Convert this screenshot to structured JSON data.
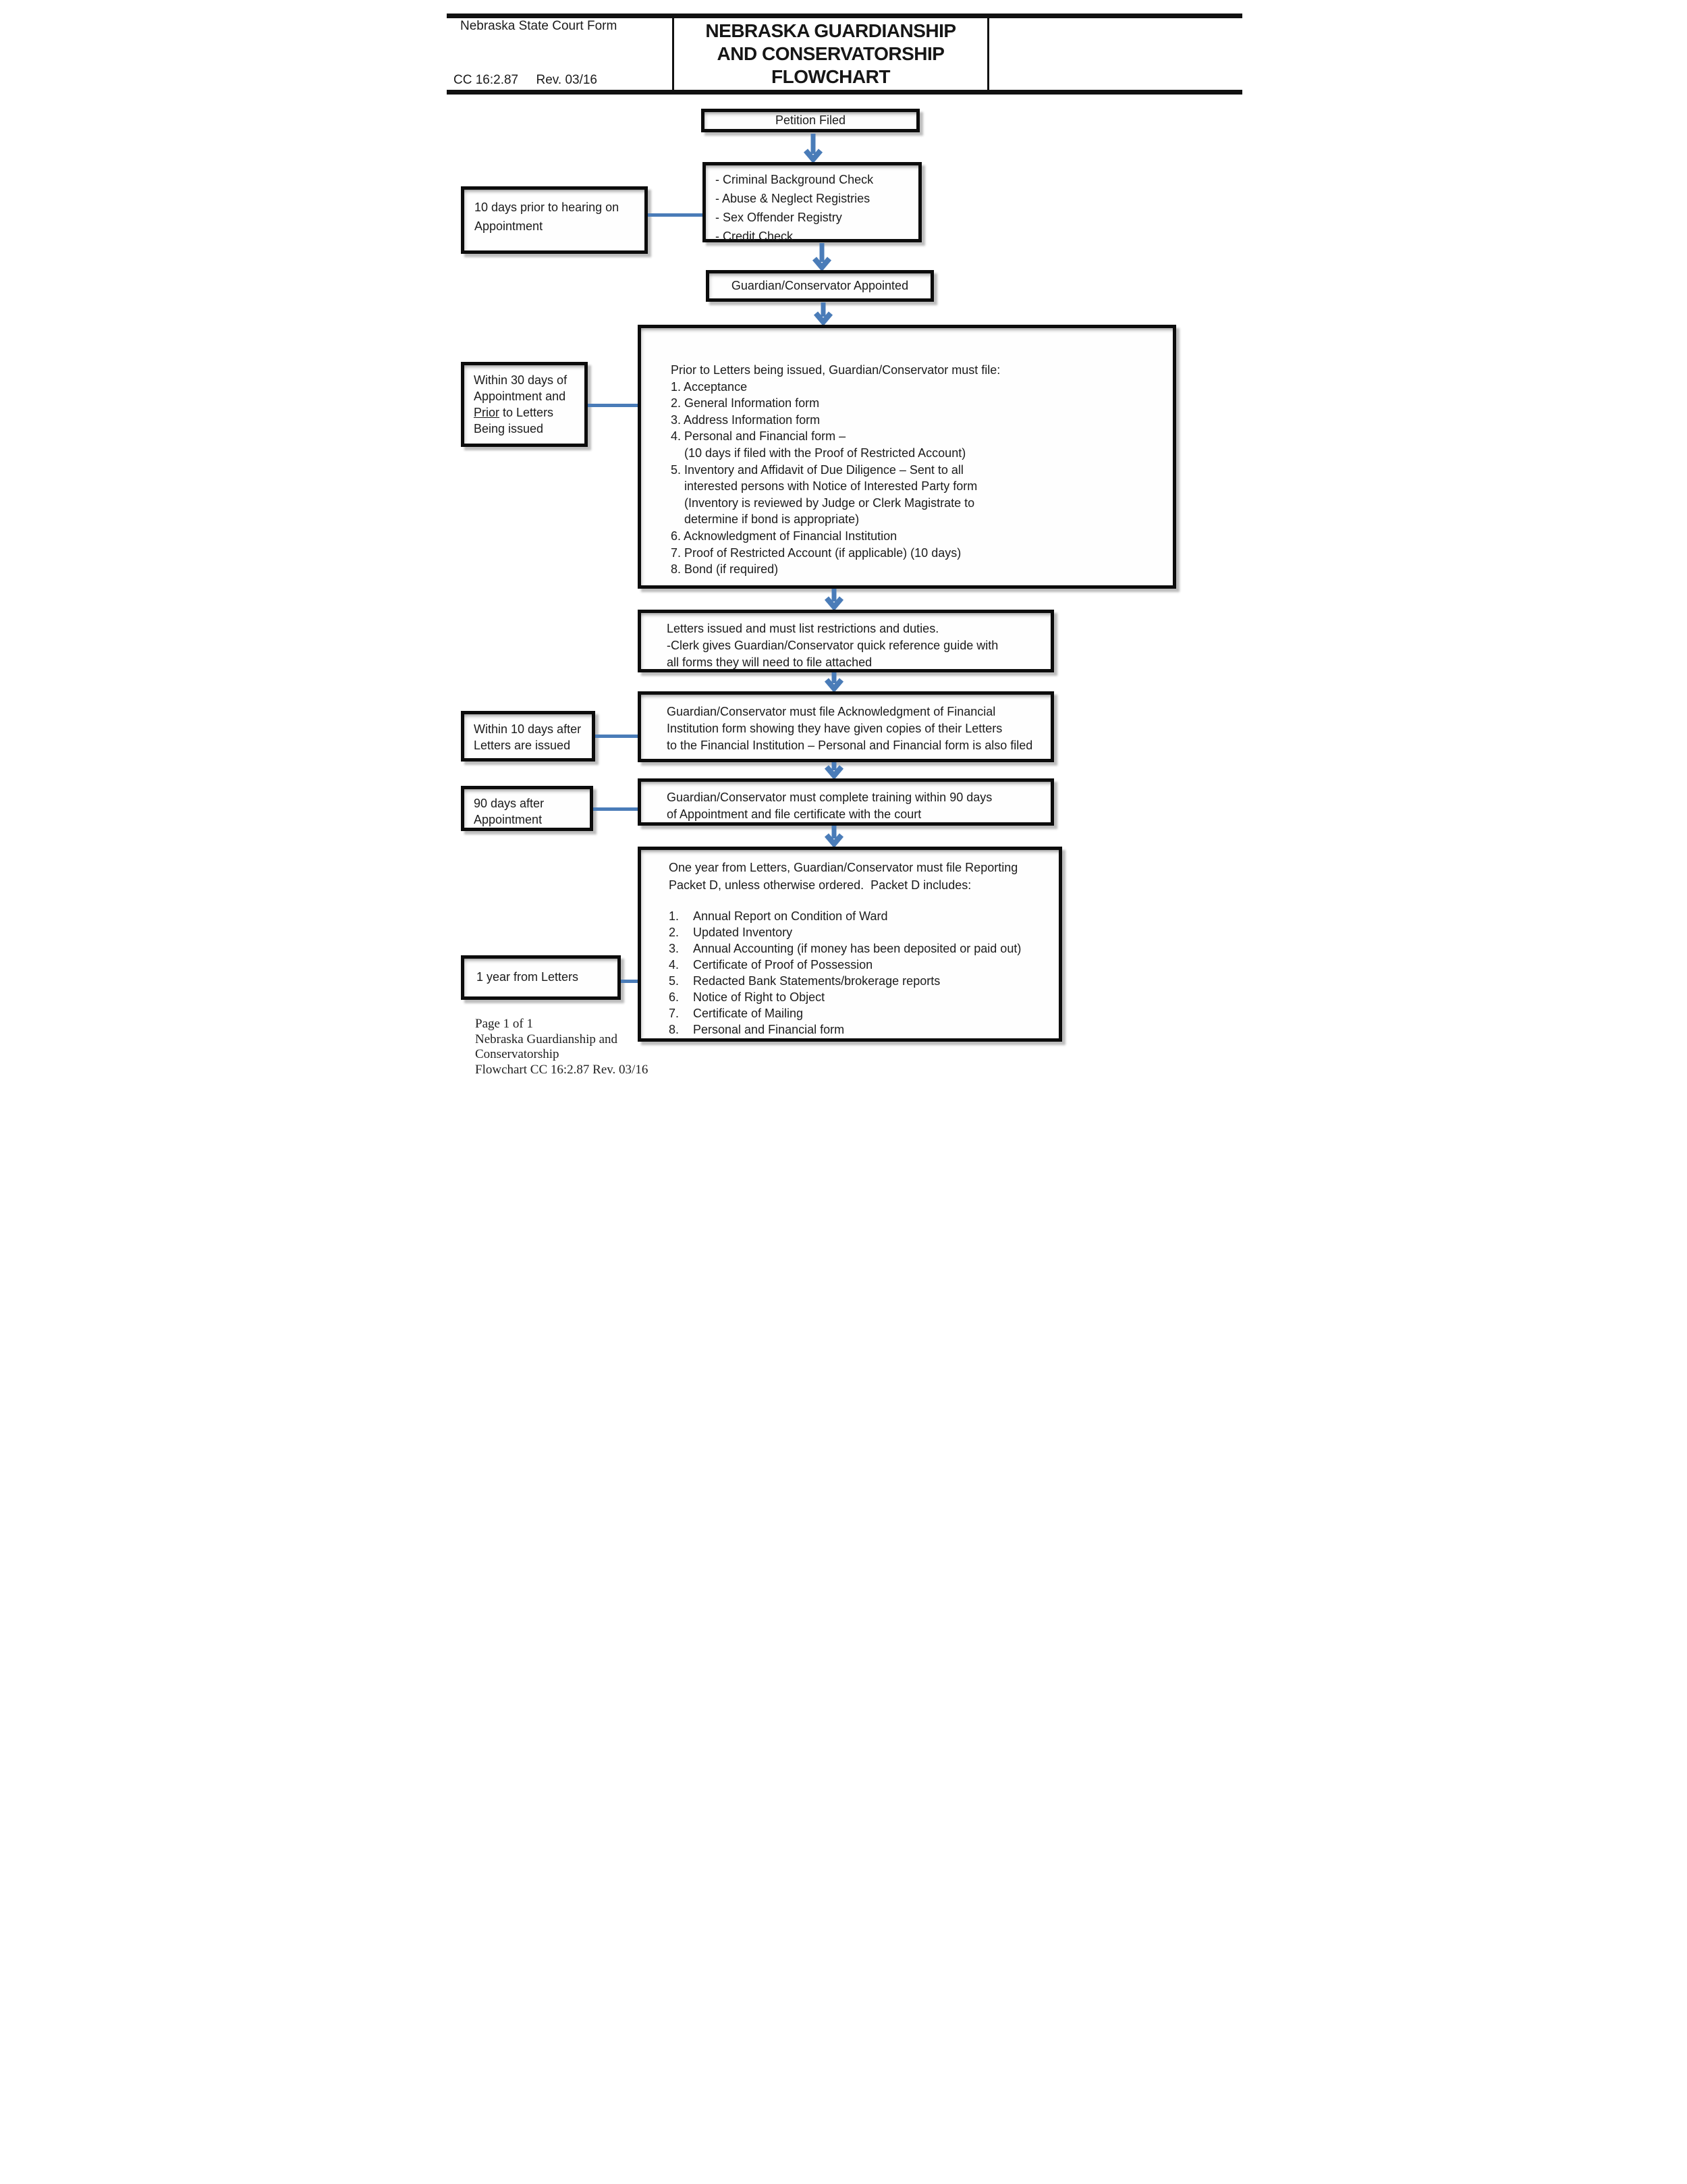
{
  "header": {
    "left_top": "Nebraska State Court Form",
    "left_bottom": "CC 16:2.87     Rev. 03/16",
    "title_lines": [
      "NEBRASKA GUARDIANSHIP",
      "AND CONSERVATORSHIP",
      "FLOWCHART"
    ]
  },
  "flow": {
    "petition_label": "Petition Filed",
    "checks_lines": [
      "- Criminal Background Check",
      "- Abuse & Neglect Registries",
      "- Sex Offender Registry",
      "- Credit Check"
    ],
    "appointed_label": "Guardian/Conservator Appointed",
    "prior_letters_lines": [
      "Prior to Letters being issued, Guardian/Conservator must file:",
      "1. Acceptance",
      "2. General Information form",
      "3. Address Information form",
      "4. Personal and Financial form –",
      "    (10 days if filed with the Proof of Restricted Account)",
      "5. Inventory and Affidavit of Due Diligence – Sent to all",
      "    interested persons with Notice of Interested Party form",
      "    (Inventory is reviewed by Judge or Clerk Magistrate to",
      "    determine if bond is appropriate)",
      "6. Acknowledgment of Financial Institution",
      "7. Proof of Restricted Account (if applicable) (10 days)",
      "8. Bond (if required)"
    ],
    "letters_issued_lines": [
      "Letters issued and must list restrictions and duties.",
      "-Clerk gives Guardian/Conservator quick reference guide with",
      "all forms they will need to file attached"
    ],
    "acknowledgment_lines": [
      "Guardian/Conservator must file Acknowledgment of Financial",
      "Institution form showing they have given copies of their Letters",
      "to the Financial Institution – Personal and Financial form is also filed"
    ],
    "training_lines": [
      "Guardian/Conservator must complete training within 90 days",
      "of Appointment and file certificate with the court"
    ],
    "reporting_intro_lines": [
      "One year from Letters, Guardian/Conservator must file Reporting",
      "Packet D, unless otherwise ordered.  Packet D includes:"
    ],
    "reporting_numbers": [
      "1.",
      "2.",
      "3.",
      "4.",
      "5.",
      "6.",
      "7.",
      "8."
    ],
    "reporting_items": [
      "Annual Report on Condition of Ward",
      "Updated Inventory",
      "Annual Accounting (if money has been deposited or paid out)",
      "Certificate of Proof of Possession",
      "Redacted Bank Statements/brokerage reports",
      "Notice of Right to Object",
      "Certificate of Mailing",
      "Personal and Financial form"
    ]
  },
  "side_labels": {
    "ten_days": [
      "10 days prior to hearing on",
      "Appointment"
    ],
    "within_30": {
      "line1": "Within 30 days of",
      "line2": "Appointment and",
      "underlined": "Prior",
      "line3_rest": " to Letters",
      "line4": "Being issued"
    },
    "within_10": [
      "Within 10 days after",
      "Letters are issued"
    ],
    "ninety_days": [
      "90 days after",
      "Appointment"
    ],
    "one_year": "1 year from Letters"
  },
  "footer_lines": [
    "Page 1 of 1",
    "Nebraska Guardianship and",
    "Conservatorship",
    "Flowchart CC 16:2.87 Rev. 03/16"
  ],
  "colors": {
    "flow_blue": "#4a7cb8",
    "border_black": "#0c0c0c"
  }
}
